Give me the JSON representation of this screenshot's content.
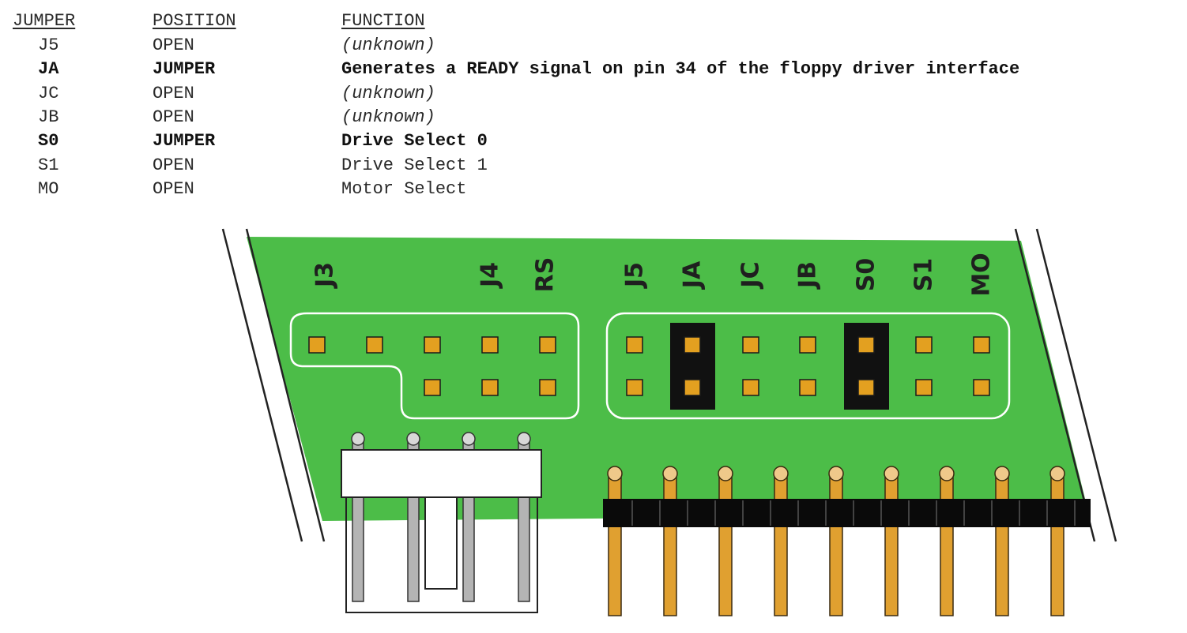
{
  "table": {
    "headers": {
      "jumper": "JUMPER",
      "position": "POSITION",
      "function": "FUNCTION"
    },
    "rows": [
      {
        "jumper": "J5",
        "position": "OPEN",
        "function": "(unknown)",
        "bold": false,
        "italic": true
      },
      {
        "jumper": "JA",
        "position": "JUMPER",
        "function": "Generates a READY signal on pin 34 of the floppy driver interface",
        "bold": true,
        "italic": false
      },
      {
        "jumper": "JC",
        "position": "OPEN",
        "function": "(unknown)",
        "bold": false,
        "italic": true
      },
      {
        "jumper": "JB",
        "position": "OPEN",
        "function": "(unknown)",
        "bold": false,
        "italic": true
      },
      {
        "jumper": "S0",
        "position": "JUMPER",
        "function": "Drive Select 0",
        "bold": true,
        "italic": false
      },
      {
        "jumper": "S1",
        "position": "OPEN",
        "function": "Drive Select 1",
        "bold": false,
        "italic": false
      },
      {
        "jumper": "MO",
        "position": "OPEN",
        "function": "Motor Select",
        "bold": false,
        "italic": false
      }
    ]
  },
  "board": {
    "labels": [
      "J3",
      "J4",
      "RS",
      "J5",
      "JA",
      "JC",
      "JB",
      "S0",
      "S1",
      "MO"
    ],
    "installed_jumpers": [
      "JA",
      "S0"
    ],
    "colors": {
      "pcb": "#4cbd48",
      "pad": "#e3a020",
      "jumper_cap": "#111111",
      "silkscreen": "#ffffff",
      "pin": "#e0a030",
      "power_pin": "#b4b4b4",
      "header_block": "#0a0a0a"
    }
  }
}
